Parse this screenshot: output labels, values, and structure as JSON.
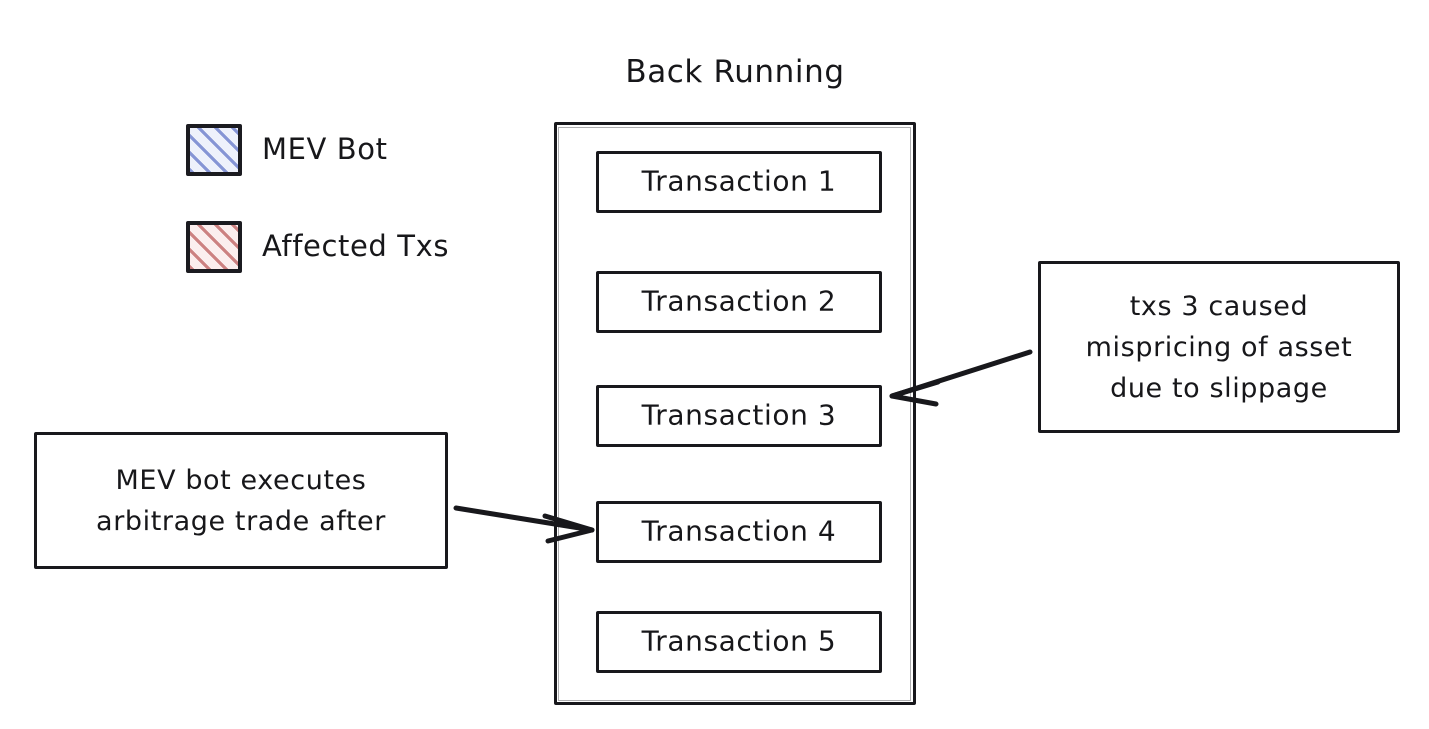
{
  "title": "Back Running",
  "legend": {
    "items": [
      {
        "label": "MEV Bot",
        "swatch": "blue-hatched-square",
        "color": "#465cbe"
      },
      {
        "label": "Affected Txs",
        "swatch": "red-hatched-square",
        "color": "#b03e3e"
      }
    ]
  },
  "block": {
    "name": "transaction-block",
    "transactions": [
      {
        "label": "Transaction 1",
        "fill": "none"
      },
      {
        "label": "Transaction 2",
        "fill": "none"
      },
      {
        "label": "Transaction 3",
        "fill": "red-hatch"
      },
      {
        "label": "Transaction 4",
        "fill": "blue-hatch"
      },
      {
        "label": "Transaction 5",
        "fill": "none"
      }
    ]
  },
  "callouts": {
    "left": {
      "lines": [
        "MEV bot executes",
        "arbitrage trade after"
      ],
      "text": "MEV bot executes\narbitrage trade after",
      "points_to": "Transaction 4"
    },
    "right": {
      "lines": [
        "txs 3 caused",
        "mispricing of asset",
        "due to slippage"
      ],
      "text": "txs 3 caused\nmispricing of asset\ndue to slippage",
      "points_to": "Transaction 3"
    }
  },
  "colors": {
    "ink": "#18181c",
    "background": "#ffffff",
    "blue_hatch": "#465cbe",
    "blue_fill": "#eef1fb",
    "red_hatch": "#b03e3e",
    "red_fill": "#fbeeee"
  }
}
